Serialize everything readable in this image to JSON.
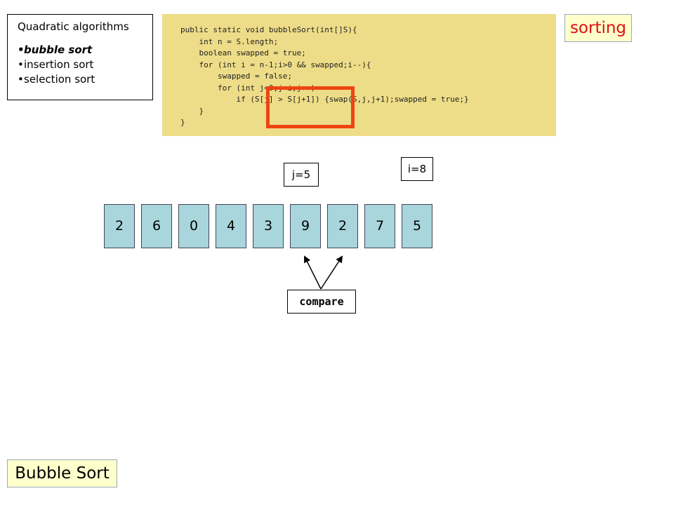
{
  "topics": {
    "heading": "Quadratic algorithms",
    "items": [
      {
        "label": "bubble sort",
        "active": true
      },
      {
        "label": "insertion sort",
        "active": false
      },
      {
        "label": "selection sort",
        "active": false
      }
    ]
  },
  "code": {
    "lines": [
      "public static void bubbleSort(int[]S){",
      "    int n = S.length;",
      "    boolean swapped = true;",
      "    for (int i = n-1;i>0 && swapped;i--){",
      "        swapped = false;",
      "        for (int j=0;j<i;j++)",
      "            if (S[j] > S[j+1]) {swap(S,j,j+1);swapped = true;}",
      "    }",
      "}"
    ],
    "highlight_color": "#ee4411",
    "background_color": "#eedd88"
  },
  "section_tag": "sorting",
  "counters": {
    "j": "j=5",
    "i": "i=8"
  },
  "array": {
    "values": [
      "2",
      "6",
      "0",
      "4",
      "3",
      "9",
      "2",
      "7",
      "5"
    ],
    "cell_color": "#a8d6dc"
  },
  "compare_label": "compare",
  "slide_title": "Bubble Sort"
}
